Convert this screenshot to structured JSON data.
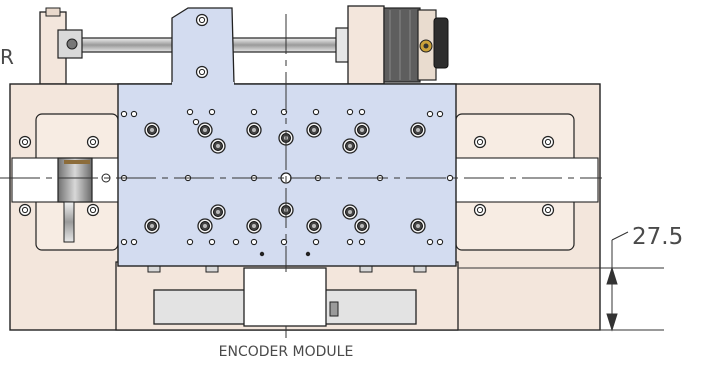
{
  "annotations": {
    "dimension_value": "27.5",
    "bottom_label": "ENCODER MODULE",
    "left_cut_text": "R"
  },
  "colors": {
    "carriage_plate": "#d3dcf0",
    "base_frame": "#f3e6dc",
    "dark_metal": "#5c5c5c",
    "light_metal": "#e3e3e3"
  }
}
